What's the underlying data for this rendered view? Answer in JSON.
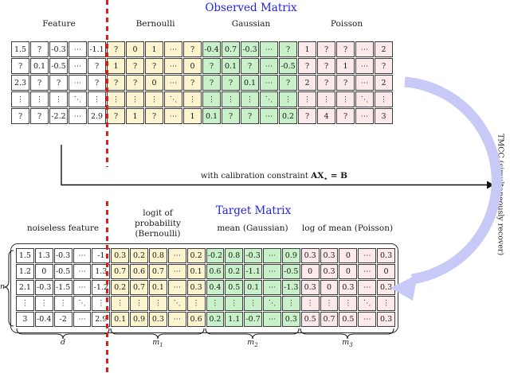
{
  "figure": {
    "observed": {
      "title": "Observed Matrix",
      "headers": [
        "Feature",
        "Bernoulli",
        "Gaussian",
        "Poisson"
      ],
      "rows": [
        [
          "1.5",
          "?",
          "-0.3",
          "⋯",
          "-1.1",
          "?",
          "0",
          "1",
          "⋯",
          "?",
          "-0.4",
          "0.7",
          "-0.3",
          "⋯",
          "?",
          "1",
          "?",
          "?",
          "⋯",
          "2"
        ],
        [
          "?",
          "0.1",
          "-0.5",
          "⋯",
          "?",
          "1",
          "?",
          "?",
          "⋯",
          "0",
          "?",
          "0.1",
          "?",
          "⋯",
          "-0.5",
          "?",
          "?",
          "1",
          "⋯",
          "?"
        ],
        [
          "2.3",
          "?",
          "?",
          "⋯",
          "?",
          "?",
          "?",
          "0",
          "⋯",
          "?",
          "?",
          "?",
          "0.1",
          "⋯",
          "?",
          "2",
          "?",
          "?",
          "⋯",
          "2"
        ],
        [
          "⋮",
          "⋮",
          "⋮",
          "⋱",
          "⋮",
          "⋮",
          "⋮",
          "⋮",
          "⋱",
          "⋮",
          "⋮",
          "⋮",
          "⋮",
          "⋱",
          "⋮",
          "⋮",
          "⋮",
          "⋮",
          "⋱",
          "⋮"
        ],
        [
          "?",
          "?",
          "-2.2",
          "⋯",
          "2.9",
          "?",
          "1",
          "?",
          "⋯",
          "1",
          "0.1",
          "?",
          "?",
          "⋯",
          "0.2",
          "?",
          "4",
          "?",
          "⋯",
          "3"
        ]
      ]
    },
    "target": {
      "title": "Target Matrix",
      "headers": [
        "noiseless feature",
        "logit of\nprobability\n(Bernoulli)",
        "mean (Gaussian)",
        "log of mean (Poisson)"
      ],
      "rows": [
        [
          "1.5",
          "1.3",
          "-0.3",
          "⋯",
          "-1",
          "0.3",
          "0.2",
          "0.8",
          "⋯",
          "0.2",
          "-0.2",
          "0.8",
          "-0.3",
          "⋯",
          "0.9",
          "0.3",
          "0.3",
          "0",
          "⋯",
          "0.3"
        ],
        [
          "1.2",
          "0",
          "-0.5",
          "⋯",
          "1.3",
          "0.7",
          "0.6",
          "0.7",
          "⋯",
          "0.1",
          "0.6",
          "0.2",
          "-1.1",
          "⋯",
          "-0.5",
          "0",
          "0.3",
          "0",
          "⋯",
          "0"
        ],
        [
          "2.1",
          "-0.3",
          "-1.5",
          "⋯",
          "-1.2",
          "0.2",
          "0.7",
          "0.1",
          "⋯",
          "0.3",
          "0.4",
          "0.5",
          "0.1",
          "⋯",
          "-1.3",
          "0.3",
          "0",
          "0.3",
          "⋯",
          "0.3"
        ],
        [
          "⋮",
          "⋮",
          "⋮",
          "⋱",
          "⋮",
          "⋮",
          "⋮",
          "⋮",
          "⋱",
          "⋮",
          "⋮",
          "⋮",
          "⋮",
          "⋱",
          "⋮",
          "⋮",
          "⋮",
          "⋮",
          "⋱",
          "⋮"
        ],
        [
          "3",
          "-0.4",
          "-2",
          "⋯",
          "2.9",
          "0.1",
          "0.9",
          "0.3",
          "⋯",
          "0.6",
          "0.2",
          "1.1",
          "-0.7",
          "⋯",
          "0.3",
          "0.5",
          "0.7",
          "0.5",
          "⋯",
          "0.3"
        ]
      ],
      "row_count_label": "n",
      "col_group_labels": [
        {
          "base": "d",
          "sub": ""
        },
        {
          "base": "m",
          "sub": "1"
        },
        {
          "base": "m",
          "sub": "2"
        },
        {
          "base": "m",
          "sub": "3"
        }
      ]
    },
    "calibration": {
      "prefix": "with calibration constraint ",
      "matrix": "AX",
      "sub": "⋆",
      "suffix": " = B"
    },
    "side_label": "TMCC (simultaneously recover)",
    "colors": {
      "feature": "#ffffff",
      "bernoulli": "#fbf4cf",
      "gaussian": "#c9f1c9",
      "poisson": "#fceaea",
      "title_blue": "#2323e0",
      "separator_red": "#f01414",
      "arrow_lavender": "#c9c9f7"
    }
  }
}
